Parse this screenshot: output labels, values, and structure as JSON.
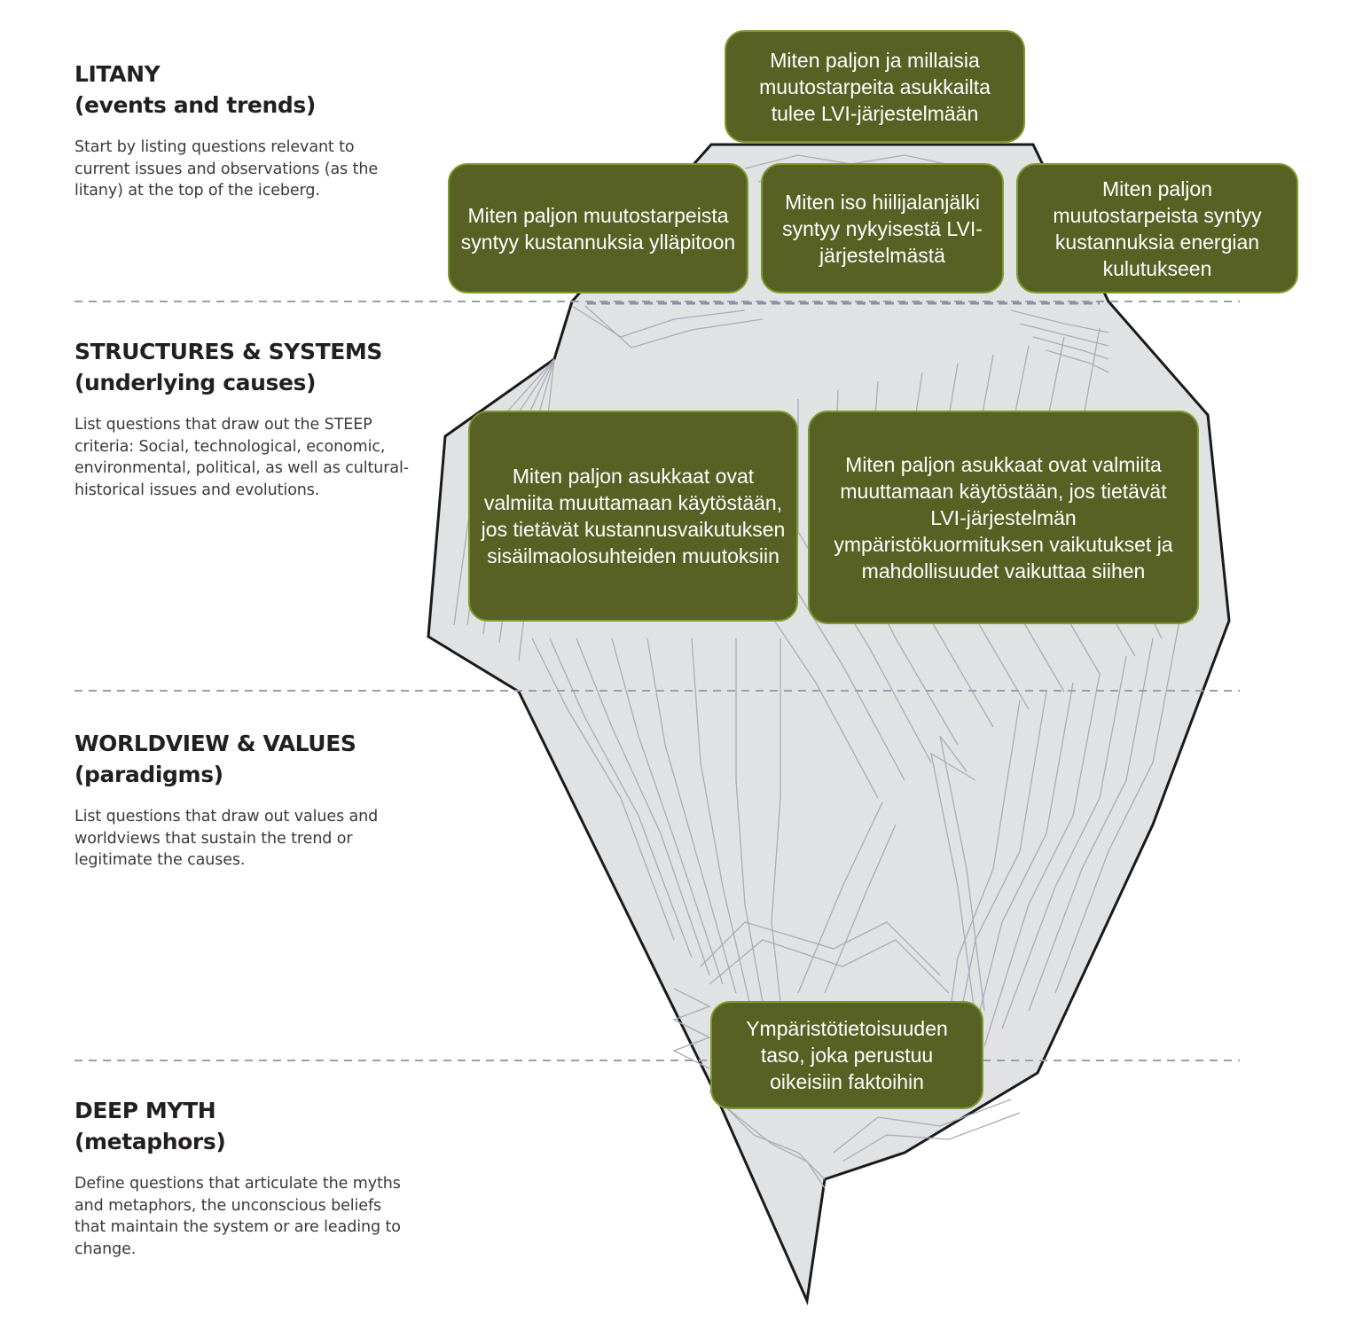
{
  "levels": [
    {
      "title": "LITANY",
      "subtitle": "(events and trends)",
      "description": "Start by listing questions relevant to current issues and observations (as the litany) at the top of the iceberg."
    },
    {
      "title": "STRUCTURES & SYSTEMS",
      "subtitle": "(underlying causes)",
      "description": "List questions that draw out the STEEP criteria: Social, technological, economic, environmental, political, as well as cultural-historical issues and evolutions."
    },
    {
      "title": "WORLDVIEW & VALUES",
      "subtitle": "(paradigms)",
      "description": "List questions that draw out values and worldviews that sustain the trend or legitimate the causes."
    },
    {
      "title": "DEEP MYTH",
      "subtitle": "(metaphors)",
      "description": "Define questions that articulate the myths and metaphors, the unconscious beliefs that maintain the system or are leading to change."
    }
  ],
  "questions": {
    "q1": "Miten paljon ja millaisia muutostarpeita asukkailta tulee LVI-järjestelmään",
    "q2": "Miten paljon muutostarpeista syntyy kustannuksia ylläpitoon",
    "q3": "Miten iso hiilijalanjälki syntyy nykyisestä LVI-järjestelmästä",
    "q4": "Miten paljon muutostarpeista syntyy kustannuksia energian kulutukseen",
    "q5": "Miten paljon asukkaat ovat valmiita muuttamaan käytöstään, jos tietävät kustannusvaikutuksen sisäilmaolosuhteiden muutoksiin",
    "q6": "Miten paljon asukkaat ovat valmiita muuttamaan käytöstään, jos tietävät LVI-järjestelmän ympäristökuormituksen vaikutukset ja mahdollisuudet vaikuttaa siihen",
    "q7": "Ympäristötietoisuuden taso, joka perustuu oikeisiin faktoihin"
  },
  "colors": {
    "box_fill": "#586124",
    "box_border": "#7d9a2f",
    "iceberg_fill": "#e1e2e4",
    "iceberg_outline": "#1a1a1a",
    "divider": "#9a9fae"
  }
}
